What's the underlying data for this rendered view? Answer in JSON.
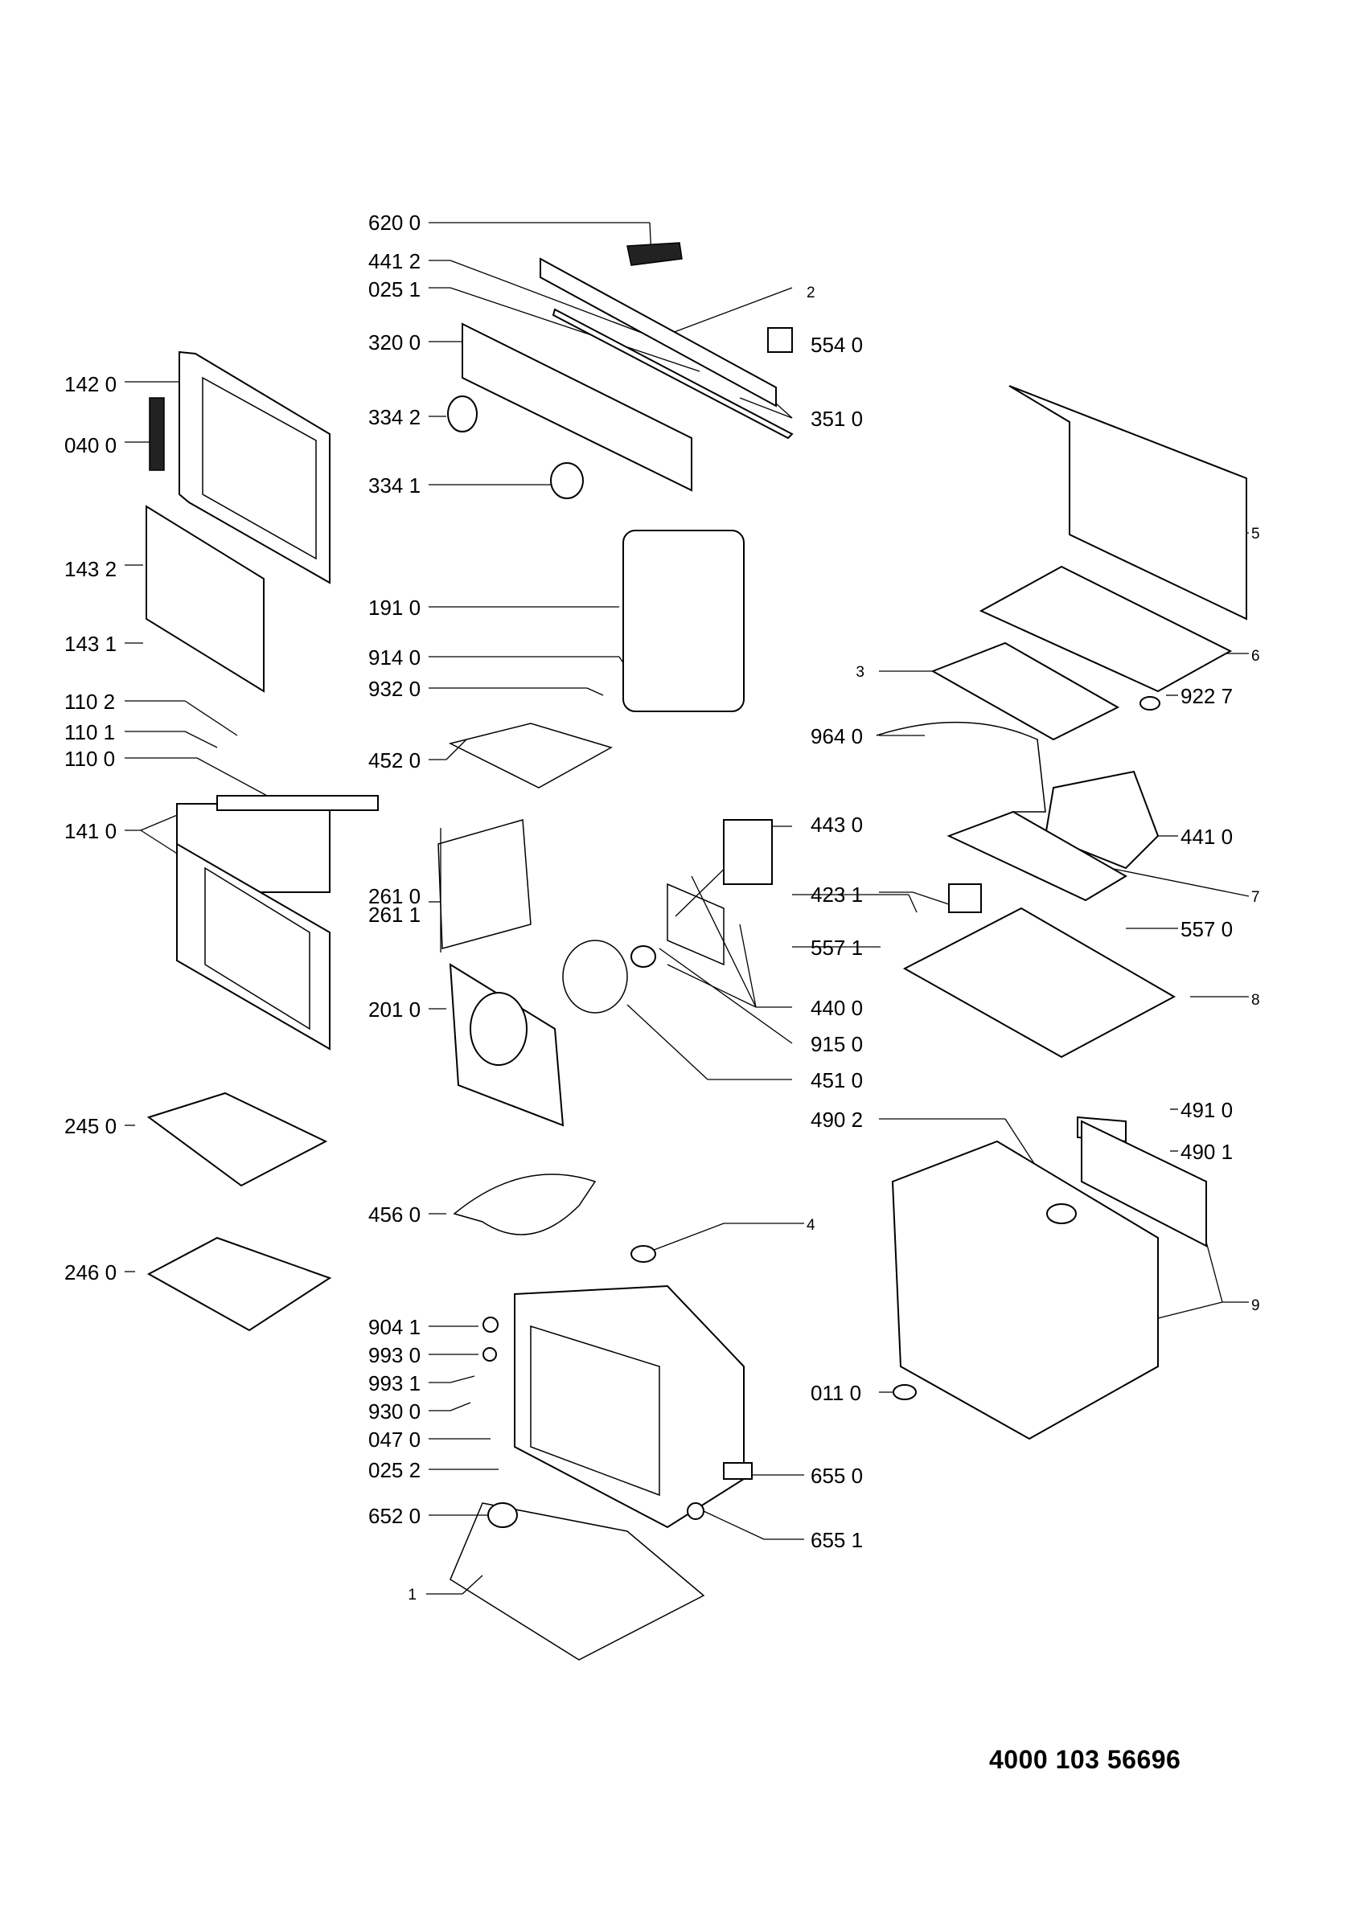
{
  "document_number": "4000 103 56696",
  "callouts": [
    "620 0",
    "441 2",
    "025 1",
    "320 0",
    "334 2",
    "334 1",
    "2",
    "554 0",
    "351 0",
    "142 0",
    "040 0",
    "143 2",
    "143 1",
    "110 2",
    "110 1",
    "110 0",
    "141 0",
    "191 0",
    "914 0",
    "932 0",
    "452 0",
    "261 0",
    "261 1",
    "201 0",
    "443 0",
    "423 1",
    "557 1",
    "440 0",
    "915 0",
    "451 0",
    "5",
    "6",
    "3",
    "922 7",
    "964 0",
    "441 0",
    "7",
    "557 0",
    "8",
    "245 0",
    "246 0",
    "456 0",
    "4",
    "491 0",
    "490 2",
    "490 1",
    "9",
    "904 1",
    "993 0",
    "993 1",
    "930 0",
    "047 0",
    "025 2",
    "652 0",
    "655 0",
    "655 1",
    "011 0",
    "1"
  ]
}
